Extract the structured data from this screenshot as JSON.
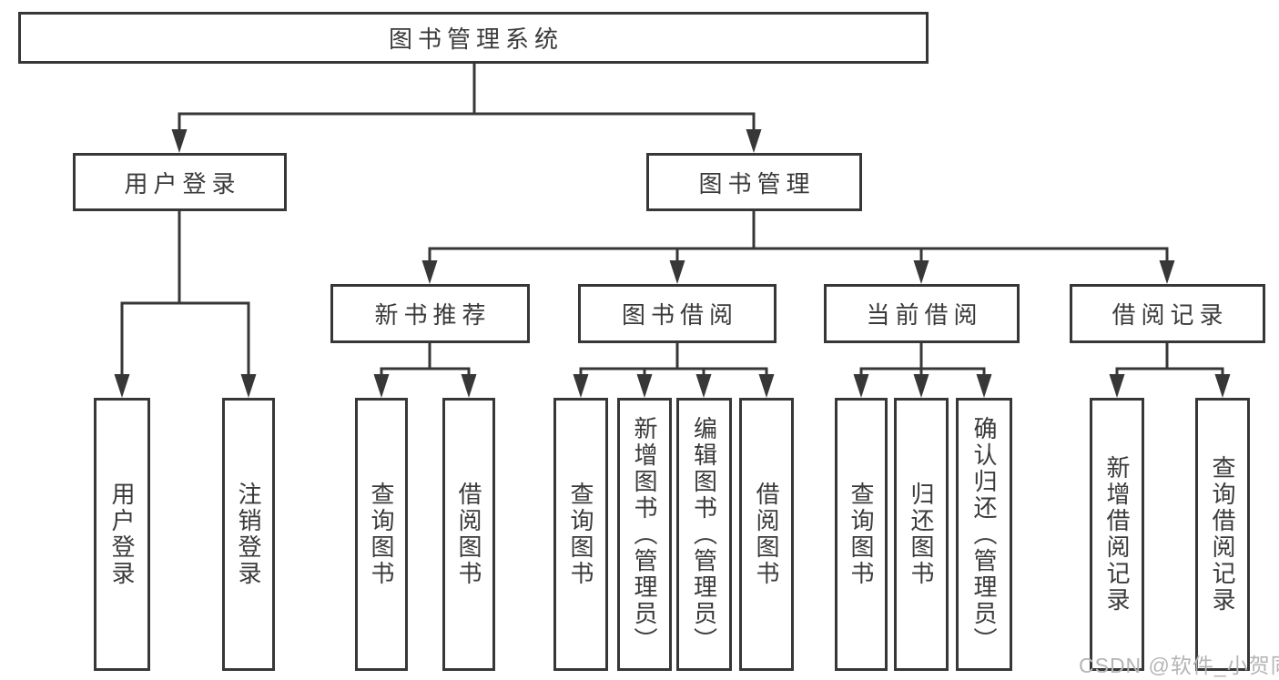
{
  "diagram_title": "图书管理系统",
  "nodes": {
    "root": "图书管理系统",
    "user_login": "用户登录",
    "book_mgmt": "图书管理",
    "new_book_rec": "新书推荐",
    "book_borrow": "图书借阅",
    "current_borrow": "当前借阅",
    "borrow_records": "借阅记录",
    "leaf_user_login": "用户登录",
    "leaf_logout": "注销登录",
    "leaf_query_books_a": "查询图书",
    "leaf_borrow_books_a": "借阅图书",
    "leaf_query_books_b": "查询图书",
    "leaf_add_books_admin": "新增图书（管理员）",
    "leaf_edit_books_admin": "编辑图书（管理员）",
    "leaf_borrow_books_b": "借阅图书",
    "leaf_query_books_c": "查询图书",
    "leaf_return_books": "归还图书",
    "leaf_confirm_return_admin": "确认归还（管理员）",
    "leaf_add_borrow_record": "新增借阅记录",
    "leaf_query_borrow_record": "查询借阅记录"
  },
  "hierarchy": {
    "图书管理系统": {
      "用户登录": [
        "用户登录",
        "注销登录"
      ],
      "图书管理": {
        "新书推荐": [
          "查询图书",
          "借阅图书"
        ],
        "图书借阅": [
          "查询图书",
          "新增图书（管理员）",
          "编辑图书（管理员）",
          "借阅图书"
        ],
        "当前借阅": [
          "查询图书",
          "归还图书",
          "确认归还（管理员）"
        ],
        "借阅记录": [
          "新增借阅记录",
          "查询借阅记录"
        ]
      }
    }
  },
  "watermark": "CSDN @软件_小贺同学",
  "colors": {
    "line": "#373737",
    "text": "#3a3a3a",
    "watermark": "#b5b5b5",
    "background": "#ffffff"
  }
}
